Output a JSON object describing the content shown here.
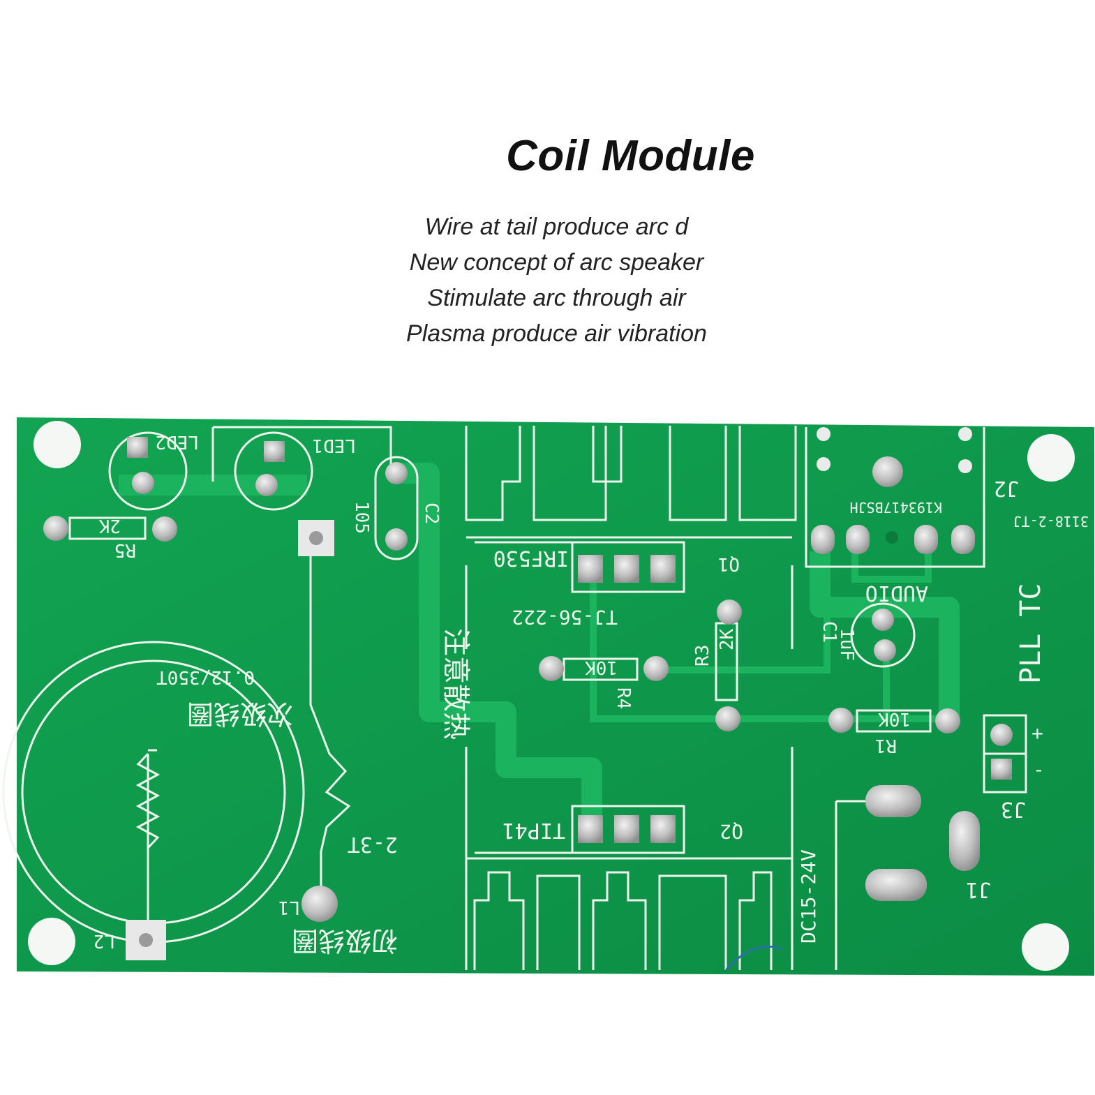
{
  "heading": "Coil Module",
  "features": [
    "Wire at tail produce arc d",
    "New concept of arc speaker",
    "Stimulate arc through air",
    "Plasma produce air vibration"
  ],
  "board_labels": {
    "led2": "LED2",
    "led1": "LED1",
    "r5_value": "2K",
    "r5": "R5",
    "c2_value": "105",
    "c2": "C2",
    "q1_part": "IRF530",
    "q1": "Q1",
    "heatsink_part": "TJ-56-222",
    "r4_value": "10K",
    "r4": "R4",
    "r3_value": "2K",
    "r3": "R3",
    "c1": "C1",
    "c1_value": "1uF",
    "audio": "AUDIO",
    "j2": "J2",
    "j2_part": "3118-2-TJ",
    "j2_code": "K193417BSJH",
    "brand": "PLL TC",
    "r1_value": "10K",
    "r1": "R1",
    "j3": "J3",
    "j3_plus": "+",
    "j3_minus": "-",
    "j1": "J1",
    "dc_input": "DC15-24V",
    "q2_part": "TIP41",
    "q2": "Q2",
    "l1_turns": "2-3T",
    "l1": "L1",
    "l2": "L2",
    "secondary_spec": "0.12/350T",
    "secondary_label": "次级线圈",
    "primary_label": "初级线圈",
    "heat_note": "注意散热"
  },
  "colors": {
    "board": "#0f9a4c",
    "trace": "#19ad5a",
    "silkscreen": "#eef6ee",
    "pad": "#c9c9c9"
  }
}
